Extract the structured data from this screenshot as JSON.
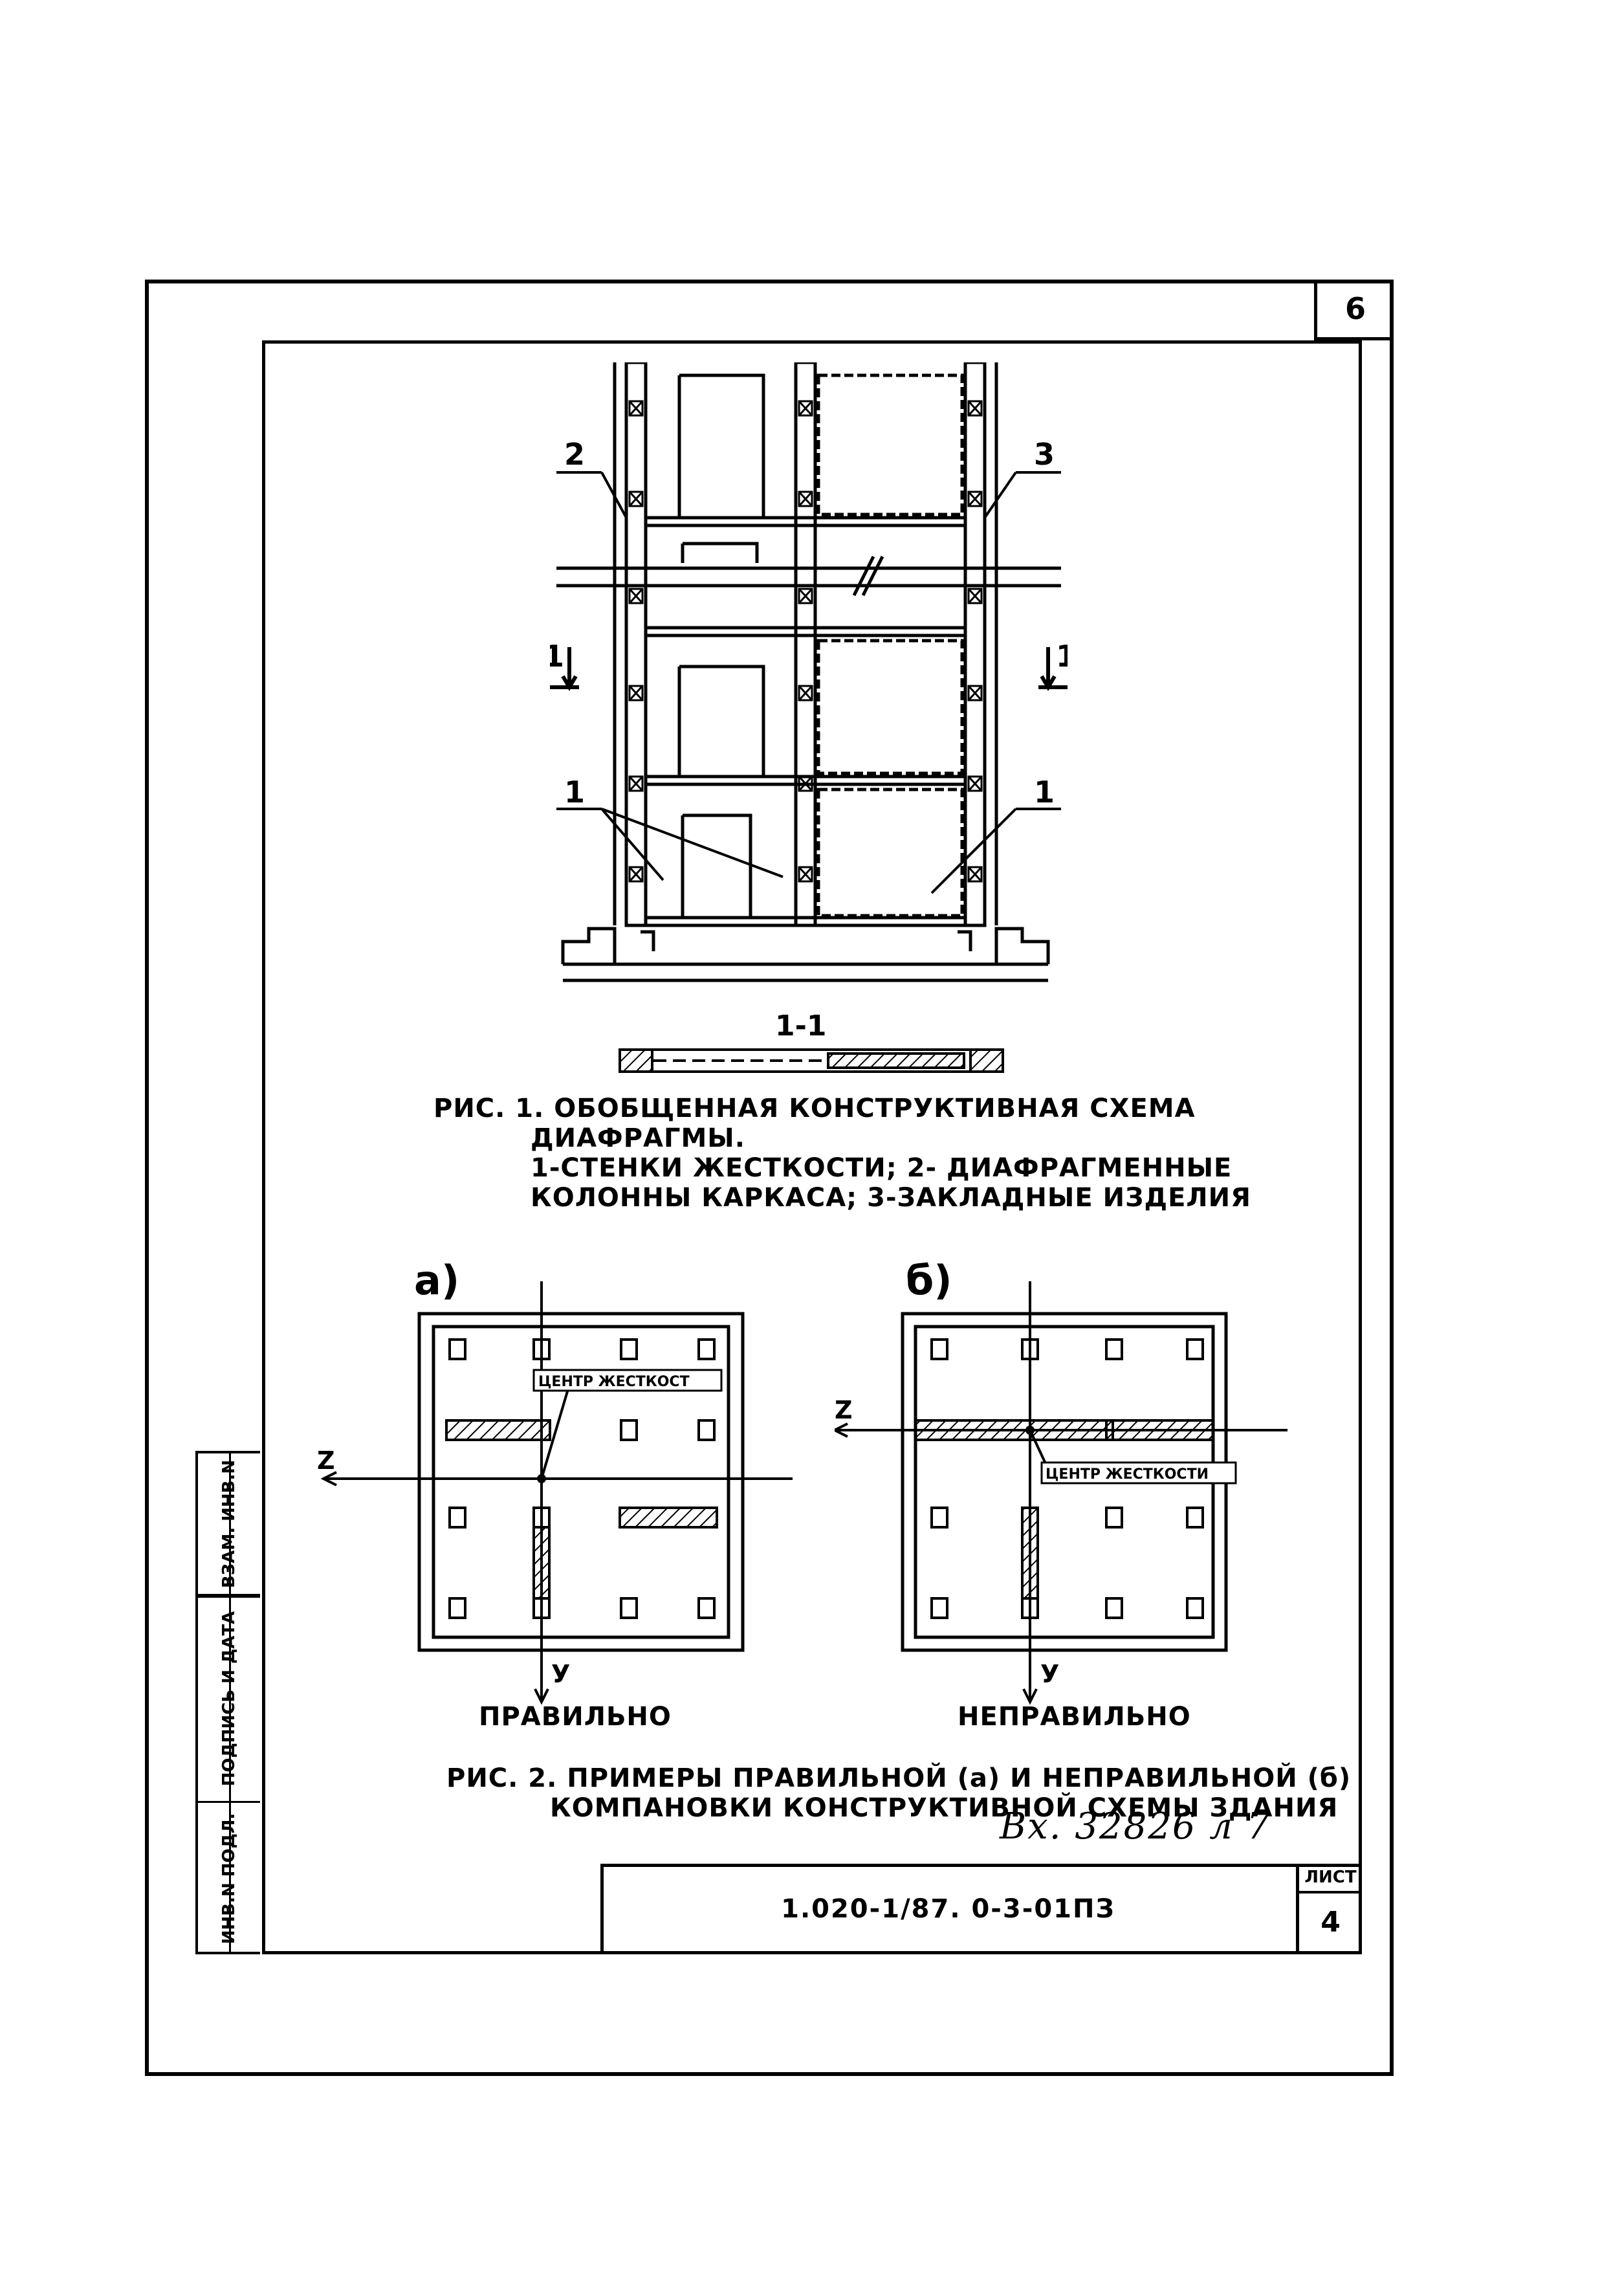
{
  "sheet_corner_number": "6",
  "fig1": {
    "callouts": {
      "c2": "2",
      "c3": "3",
      "c1a": "1",
      "c1b": "1"
    },
    "section_marks": {
      "left": "1",
      "right": "1"
    },
    "section_title": "1-1",
    "caption_lines": [
      "РИС. 1. ОБОБЩЕННАЯ КОНСТРУКТИВНАЯ СХЕМА",
      "ДИАФРАГМЫ.",
      "1-СТЕНКИ ЖЕСТКОСТИ; 2- ДИАФРАГМЕННЫЕ",
      "КОЛОННЫ КАРКАСА; 3-ЗАКЛАДНЫЕ ИЗДЕЛИЯ"
    ]
  },
  "fig2": {
    "a": {
      "letter": "а)",
      "center_label": "ЦЕНТР ЖЕСТКОСТ",
      "axis_z": "Z",
      "axis_y": "У",
      "verdict": "ПРАВИЛЬНО"
    },
    "b": {
      "letter": "б)",
      "center_label": "ЦЕНТР ЖЕСТКОСТИ",
      "axis_z": "Z",
      "axis_y": "У",
      "verdict": "НЕПРАВИЛЬНО"
    },
    "caption_lines": [
      "РИС. 2. ПРИМЕРЫ ПРАВИЛЬНОЙ (а) И НЕПРАВИЛЬНОЙ (б)",
      "КОМПАНОВКИ КОНСТРУКТИВНОЙ СХЕМЫ ЗДАНИЯ"
    ]
  },
  "inbound_number": "Вх. 32826 л 7",
  "side_stamp": {
    "cells": [
      "ИНВ.N ПОДЛ.",
      "ПОДПИСЬ И ДАТА",
      "ВЗАМ. ИНВ.N"
    ]
  },
  "title_block": {
    "code": "1.020-1/87. 0-3-01ПЗ",
    "sheet_label": "ЛИСТ",
    "sheet_number": "4"
  }
}
